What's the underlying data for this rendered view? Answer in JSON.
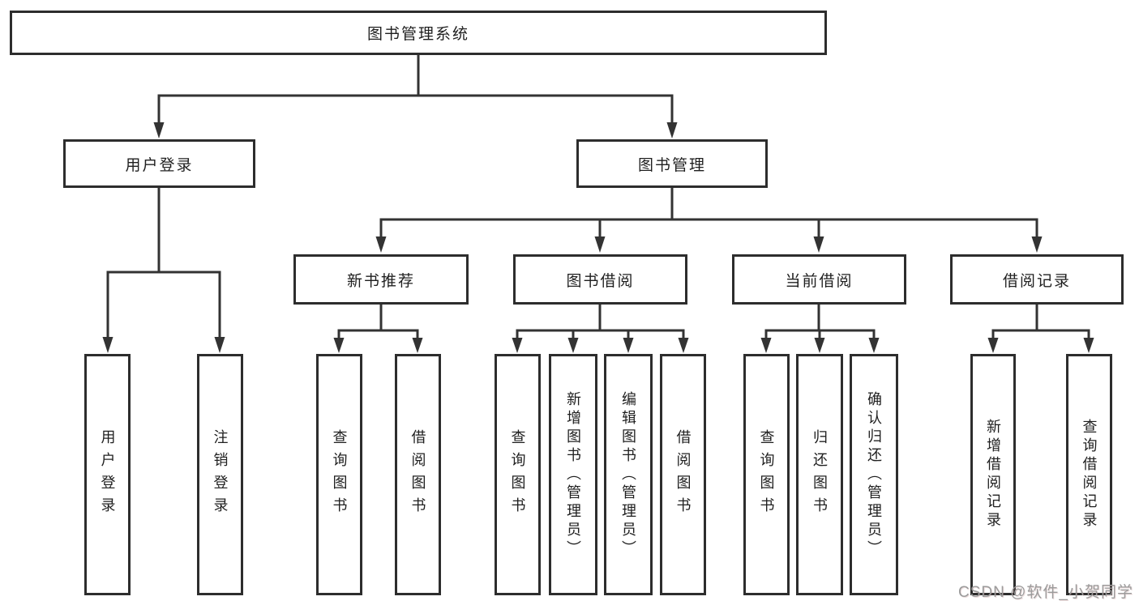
{
  "tree": {
    "label": "图书管理系统",
    "children": [
      {
        "label": "用户登录",
        "children": [
          {
            "label": "用户登录"
          },
          {
            "label": "注销登录"
          }
        ]
      },
      {
        "label": "图书管理",
        "children": [
          {
            "label": "新书推荐",
            "children": [
              {
                "label": "查询图书"
              },
              {
                "label": "借阅图书"
              }
            ]
          },
          {
            "label": "图书借阅",
            "children": [
              {
                "label": "查询图书"
              },
              {
                "label": "新增图书（管理员）"
              },
              {
                "label": "编辑图书（管理员）"
              },
              {
                "label": "借阅图书"
              }
            ]
          },
          {
            "label": "当前借阅",
            "children": [
              {
                "label": "查询图书"
              },
              {
                "label": "归还图书"
              },
              {
                "label": "确认归还（管理员）"
              }
            ]
          },
          {
            "label": "借阅记录",
            "children": [
              {
                "label": "新增借阅记录"
              },
              {
                "label": "查询借阅记录"
              }
            ]
          }
        ]
      }
    ]
  },
  "watermark": {
    "text": "CSDN @软件_小贺同学"
  },
  "colors": {
    "line": "#333333",
    "box_border": "#2d2d2d",
    "text": "#1f1f1f",
    "watermark": "#9b9b9b",
    "background": "#ffffff"
  }
}
